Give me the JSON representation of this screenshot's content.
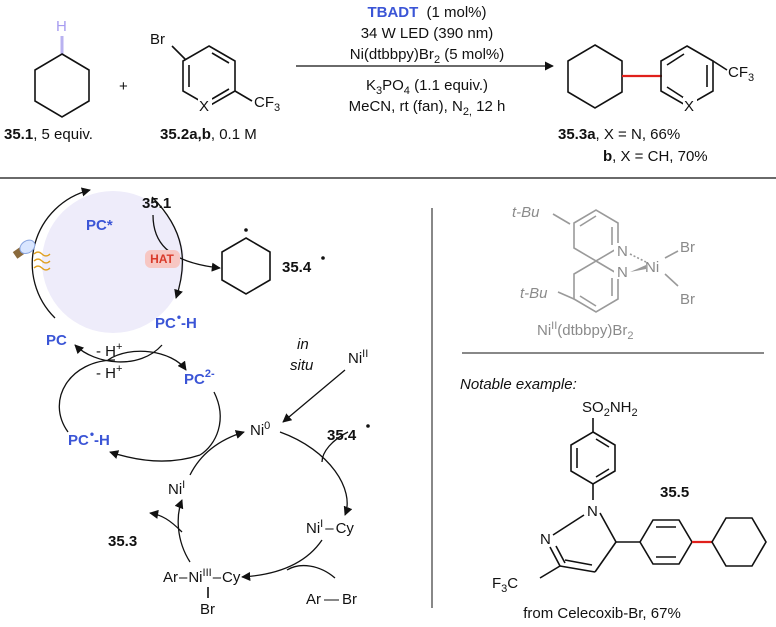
{
  "reaction": {
    "catalyst": "TBADT",
    "catalyst_loading": "(1 mol%)",
    "light": "34 W LED (390 nm)",
    "nickel_pre": "Ni(dtbbpy)Br",
    "nickel_sub": "2",
    "nickel_post": " (5 mol%)",
    "base_pre": "K",
    "base_sub1": "3",
    "base_mid": "PO",
    "base_sub2": "4",
    "base_post": " (1.1 equiv.)",
    "cond_pre": "MeCN, rt (fan), N",
    "cond_sub": "2,",
    "cond_post": " 12 h",
    "plus": "+",
    "sm1_id": "35.1",
    "sm1_note": ", 5 equiv.",
    "sm2_id": "35.2a,b",
    "sm2_note": ", 0.1 M",
    "sm2_br": "Br",
    "sm2_x": "X",
    "sm2_cf3_pre": "CF",
    "sm2_cf3_sub": "3",
    "sm1_h": "H",
    "prod_cf3_pre": "CF",
    "prod_cf3_sub": "3",
    "prod_x": "X",
    "prod_a_id": "35.3a",
    "prod_a_note": ", X = N, 66%",
    "prod_b_id": "b",
    "prod_b_note": ", X = CH, 70%"
  },
  "cycle": {
    "sm_id": "35.1",
    "pc_star": "PC*",
    "hat": "HAT",
    "radical_id": "35.4",
    "pc_h": "PC",
    "pc_h_tail": "-H",
    "pc": "PC",
    "minus_h": "- H",
    "plus_sup": "+",
    "minus_h2": "- H",
    "pc2": "PC",
    "pc2_sup": "2-",
    "pc_h2": "PC",
    "pc_h2_tail": "-H",
    "in": "in",
    "situ": "situ",
    "ni_ii": "Ni",
    "ni_ii_sup": "II",
    "ni0": "Ni",
    "ni0_sup": "0",
    "radical2_id": "35.4",
    "ni_i": "Ni",
    "ni_i_sup": "I",
    "ni_i_cy_pre": "Ni",
    "ni_i_cy_sup": "I",
    "ni_i_cy_post": "Cy",
    "product_id": "35.3",
    "ar_ni": "Ar",
    "ni_iii": "Ni",
    "ni_iii_sup": "III",
    "ni_iii_cy": "Cy",
    "ni_iii_br": "Br",
    "arbr_ar": "Ar",
    "arbr_br": "Br"
  },
  "ligand": {
    "tbu1": "t-Bu",
    "tbu2": "t-Bu",
    "n1": "N",
    "n2": "N",
    "ni": "Ni",
    "br1": "Br",
    "br2": "Br",
    "caption_pre": "Ni",
    "caption_sup": "II",
    "caption_mid": "(dtbbpy)Br",
    "caption_sub": "2"
  },
  "example": {
    "heading": "Notable example:",
    "so2nh2_pre": "SO",
    "so2nh2_sub": "2",
    "so2nh2_post": "NH",
    "so2nh2_sub2": "2",
    "id": "35.5",
    "n1": "N",
    "n2": "N",
    "f3c_pre": "F",
    "f3c_sub": "3",
    "f3c_post": "C",
    "caption": "from Celecoxib-Br, 67%"
  },
  "colors": {
    "accent_blue": "#3b55d6",
    "new_bond_red": "#e0201b",
    "hat_badge": "#f7c7c3",
    "cycle_fill": "#eeecfa",
    "gray_structure": "#8a8a8a"
  }
}
